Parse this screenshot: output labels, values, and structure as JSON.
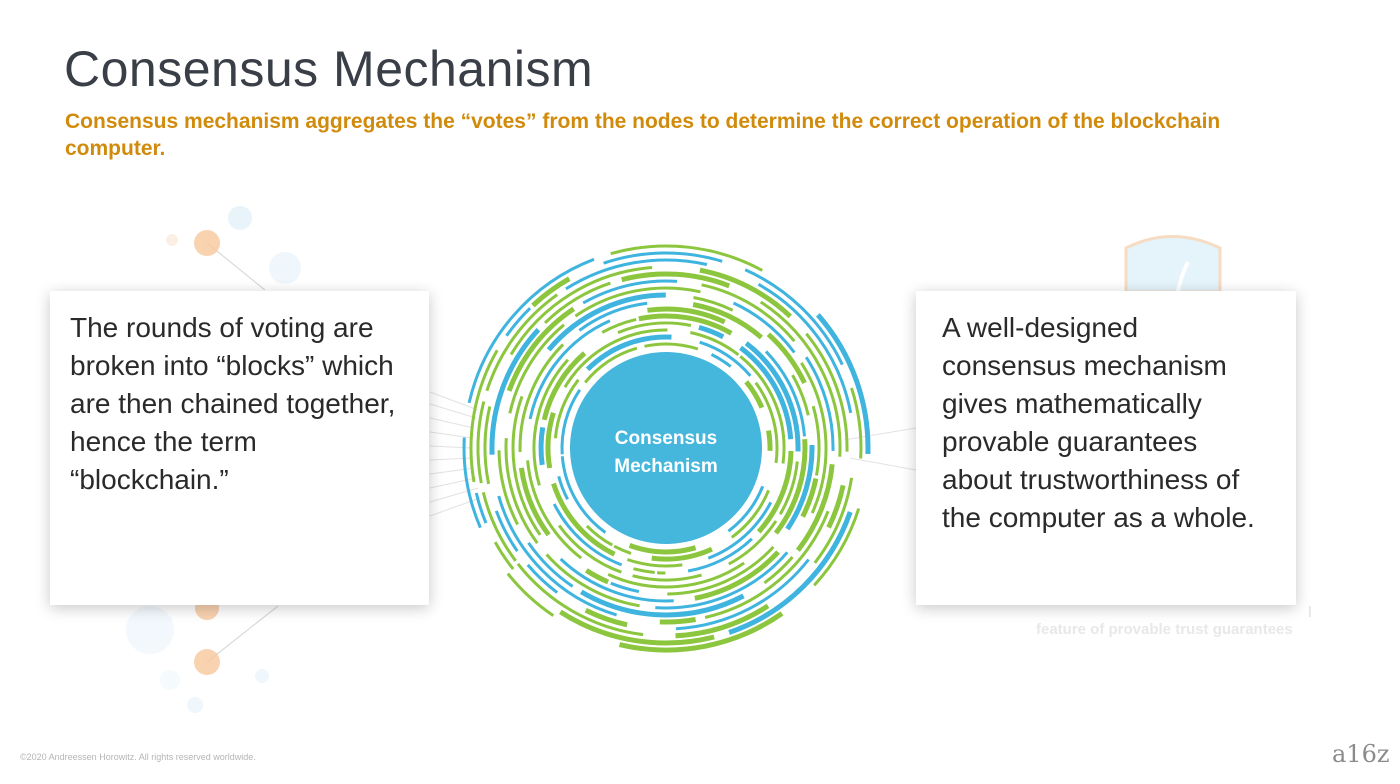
{
  "slide": {
    "title": "Consensus Mechanism",
    "subtitle": "Consensus mechanism aggregates the “votes” from the nodes to determine the correct operation of the blockchain computer."
  },
  "cards": {
    "left": "The rounds of voting are broken into “blocks” which are then chained together, hence the term “blockchain.”",
    "right": "A well-designed consensus mechanism gives mathematically provable guarantees about trustworthiness of the computer as a whole."
  },
  "diagram": {
    "center_line1": "Consensus",
    "center_line2": "Mechanism",
    "faded_caption_fragment": "l",
    "faded_caption": "feature of provable trust guarantees"
  },
  "footer": {
    "copyright": "©2020 Andreessen Horowitz. All rights reserved worldwide.",
    "logo": "a16z"
  },
  "colors": {
    "title": "#3a3f47",
    "subtitle_accent": "#d18b0c",
    "ring_green": "#8cc63f",
    "ring_blue": "#3fb4de",
    "center_blue": "#45b6dc",
    "node_orange": "#f7c79c"
  }
}
